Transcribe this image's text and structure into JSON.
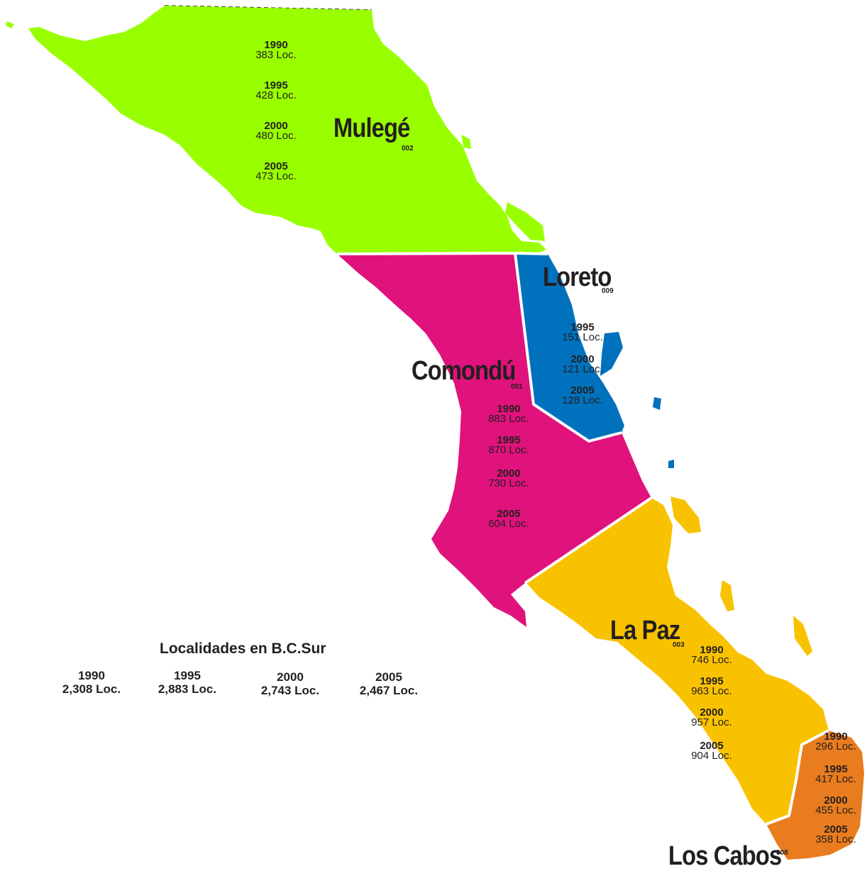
{
  "colors": {
    "mulege": "#99ff00",
    "comondu": "#e0127c",
    "loreto": "#0071bc",
    "la_paz": "#f9c200",
    "los_cabos": "#e97c1e",
    "border": "#ffffff",
    "text": "#231f20"
  },
  "municipalities": {
    "mulege": {
      "name": "Mulegé",
      "code": "002",
      "stats": [
        {
          "year": "1990",
          "value": "383 Loc."
        },
        {
          "year": "1995",
          "value": "428 Loc."
        },
        {
          "year": "2000",
          "value": "480 Loc."
        },
        {
          "year": "2005",
          "value": "473 Loc."
        }
      ]
    },
    "loreto": {
      "name": "Loreto",
      "code": "009",
      "stats": [
        {
          "year": "1995",
          "value": "151 Loc."
        },
        {
          "year": "2000",
          "value": "121 Loc."
        },
        {
          "year": "2005",
          "value": "128 Loc."
        }
      ]
    },
    "comondu": {
      "name": "Comondú",
      "code": "001",
      "stats": [
        {
          "year": "1990",
          "value": "883 Loc."
        },
        {
          "year": "1995",
          "value": "870 Loc."
        },
        {
          "year": "2000",
          "value": "730 Loc."
        },
        {
          "year": "2005",
          "value": "604 Loc."
        }
      ]
    },
    "la_paz": {
      "name": "La Paz",
      "code": "003",
      "stats": [
        {
          "year": "1990",
          "value": "746 Loc."
        },
        {
          "year": "1995",
          "value": "963 Loc."
        },
        {
          "year": "2000",
          "value": "957 Loc."
        },
        {
          "year": "2005",
          "value": "904 Loc."
        }
      ]
    },
    "los_cabos": {
      "name": "Los Cabos",
      "code": "008",
      "stats": [
        {
          "year": "1990",
          "value": "296 Loc."
        },
        {
          "year": "1995",
          "value": "417 Loc."
        },
        {
          "year": "2000",
          "value": "455 Loc."
        },
        {
          "year": "2005",
          "value": "358 Loc."
        }
      ]
    }
  },
  "totals": {
    "title": "Localidades en B.C.Sur",
    "items": [
      {
        "year": "1990",
        "value": "2,308 Loc."
      },
      {
        "year": "1995",
        "value": "2,883 Loc."
      },
      {
        "year": "2000",
        "value": "2,743 Loc."
      },
      {
        "year": "2005",
        "value": "2,467 Loc."
      }
    ]
  }
}
